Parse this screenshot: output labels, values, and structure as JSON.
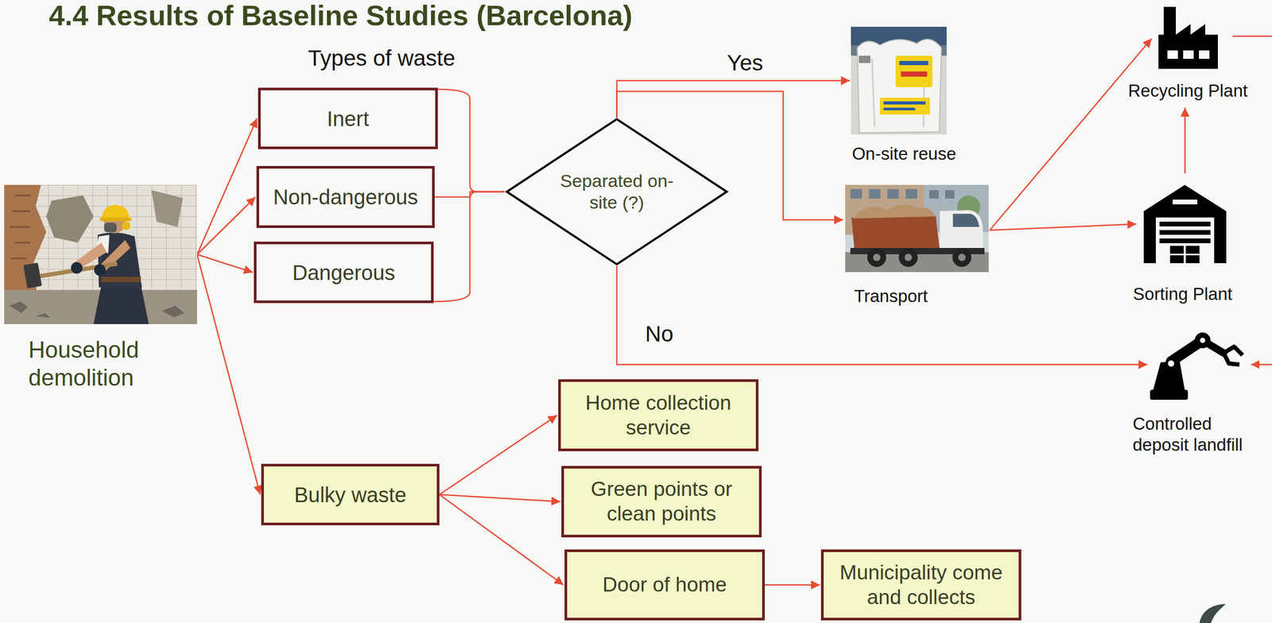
{
  "diagram": {
    "title": "4.4 Results of Baseline Studies (Barcelona)",
    "nodes": [
      {
        "text": [
          "Household demolition"
        ]
      },
      {
        "text": [
          "Inert"
        ]
      },
      {
        "text": [
          "Non-dangerous"
        ]
      },
      {
        "text": [
          "Dangerous"
        ]
      },
      {
        "text": [
          "Separated on-site (?)"
        ]
      },
      {
        "text": [
          "On-site reuse"
        ]
      },
      {
        "text": [
          "Transport"
        ]
      },
      {
        "text": [
          "Recycling Plant"
        ]
      },
      {
        "text": [
          "Sorting Plant"
        ]
      },
      {
        "text": [
          "Controlled deposit landfill"
        ]
      },
      {
        "text": [
          "Bulky waste"
        ]
      },
      {
        "text": [
          "Home collection service"
        ]
      },
      {
        "text": [
          "Green points or clean points"
        ]
      },
      {
        "text": [
          "Door of home"
        ]
      },
      {
        "text": [
          "Municipality come and collects"
        ]
      }
    ],
    "edges": [
      {
        "from": 0,
        "to": 1,
        "arrow": "to"
      },
      {
        "from": 0,
        "to": 2,
        "arrow": "to"
      },
      {
        "from": 0,
        "to": 3,
        "arrow": "to"
      },
      {
        "from": 0,
        "to": 10,
        "arrow": "to"
      },
      {
        "from": 1,
        "to": 4,
        "arrow": "none"
      },
      {
        "from": 2,
        "to": 4,
        "arrow": "none"
      },
      {
        "from": 3,
        "to": 4,
        "arrow": "none"
      },
      {
        "from": 4,
        "to": 5,
        "label": "Yes",
        "arrow": "to"
      },
      {
        "from": 4,
        "to": 6,
        "arrow": "to"
      },
      {
        "from": 4,
        "to": 9,
        "label": "No",
        "arrow": "to"
      },
      {
        "from": 6,
        "to": 7,
        "arrow": "to"
      },
      {
        "from": 6,
        "to": 8,
        "arrow": "to"
      },
      {
        "from": 8,
        "to": 7,
        "arrow": "to"
      },
      {
        "from": 10,
        "to": 11,
        "arrow": "to"
      },
      {
        "from": 10,
        "to": 12,
        "arrow": "to"
      },
      {
        "from": 10,
        "to": 13,
        "arrow": "to"
      },
      {
        "from": 13,
        "to": 14,
        "arrow": "to"
      }
    ],
    "labels": [
      "Types of waste"
    ]
  }
}
